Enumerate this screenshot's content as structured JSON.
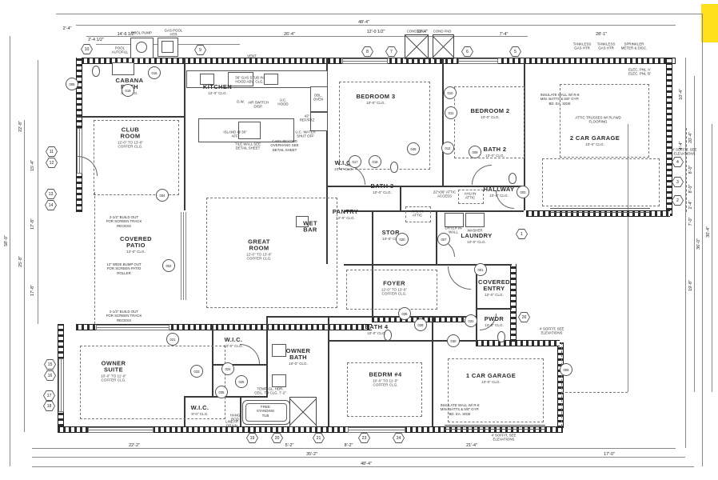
{
  "colors": {
    "highlight": "#ffdf1c",
    "ink": "#333333"
  },
  "rooms": [
    {
      "label": "CABANA BATH",
      "clg": "8'-0\" CLG."
    },
    {
      "label": "CLUB ROOM",
      "clg": "12'-0\" TO 13'-6\" COFFER CLG."
    },
    {
      "label": "KITCHEN",
      "clg": "12'-0\" CLG."
    },
    {
      "label": "BEDROOM 3",
      "clg": "10'-0\" CLG."
    },
    {
      "label": "BEDROOM 2",
      "clg": "10'-0\" CLG."
    },
    {
      "label": "2 CAR GARAGE",
      "clg": "10'-0\" CLG."
    },
    {
      "label": "W.I.C.",
      "clg": "10'-0\" CLG."
    },
    {
      "label": "BATH 3",
      "clg": "10'-0\" CLG."
    },
    {
      "label": "BATH 2",
      "clg": "10'-0\" CLG."
    },
    {
      "label": "HALLWAY",
      "clg": "10'-0\" CLG."
    },
    {
      "label": "PANTRY",
      "clg": "12'-0\" CLG."
    },
    {
      "label": "WET BAR",
      "clg": ""
    },
    {
      "label": "STOR.",
      "clg": "10'-0\" CLG."
    },
    {
      "label": "LAUNDRY",
      "clg": "10'-0\" CLG."
    },
    {
      "label": "COVERED PATIO",
      "clg": "12'-0\" CLG."
    },
    {
      "label": "GREAT ROOM",
      "clg": "12'-0\" TO 13'-6\" COFFER CLG."
    },
    {
      "label": "FOYER",
      "clg": "12'-0\" TO 13'-6\" COFFER CLG."
    },
    {
      "label": "COVERED ENTRY",
      "clg": "12'-0\" CLG."
    },
    {
      "label": "PWDR",
      "clg": "10'-0\" CLG."
    },
    {
      "label": "BATH 4",
      "clg": "10'-0\" CLG."
    },
    {
      "label": "OWNER BATH",
      "clg": "10'-0\" CLG."
    },
    {
      "label": "OWNER SUITE",
      "clg": "10'-0\" TO 11'-0\" COFFER CLG."
    },
    {
      "label": "W.I.C.",
      "clg": "10'-0\" CLG."
    },
    {
      "label": "W.I.C.",
      "clg": "8'-0\" CLG."
    },
    {
      "label": "BEDRM #4",
      "clg": "10'-0\" TO 11'-0\" COFFER CLG."
    },
    {
      "label": "1 CAR GARAGE",
      "clg": "10'-0\" CLG."
    }
  ],
  "notes": [
    "POOL PUMP",
    "GAS POOL HTR",
    "POOL AUTOFILL",
    "COND PAD",
    "COND PAD",
    "TANKLESS GAS HTR",
    "TANKLESS GAS HTR",
    "SPRINKLER METER & DISC.",
    "ELEC. PNL 'A'  ELEC. PNL 'B'",
    "ATTIC TRUSSES W/ PLYWD FLOORING",
    "INSULATE WALL W/ R-8 MIN. BATTS & 5/8\" GYP. BD. EA. SIDE",
    "4' SOFFIT, SEE ELEVATIONS",
    "2-1/2\" BUILD OUT FOR SCREEN TRACK RECESS",
    "12\" WIDE BUMP OUT FOR SCREEN PATIO ROLLER",
    "DRYER IN WALL",
    "WASHER",
    "FREE STANDING TUB",
    "TEMP. GL. HDR. CEIL. TO CLG. 7'-2\"",
    "LINEAR DRAIN",
    "36\" GAS STUB IN HOOD ABV. CLG.",
    "U.C. HOOD",
    "D.W.",
    "AIR SWITCH DISP.",
    "42\" REF/FRZ",
    "U.C. WATER SHUT OFF",
    "CABS BEYOND OVERHANG SEE DETAIL SHEET",
    "TILE WALL SEE DETAIL SHEET",
    "ISLAND @ 36\" AFF.",
    "AHU IN ATTIC",
    "VENT",
    "HANG ROD",
    "22\"x36\" ATTIC ACCESS",
    "DBL. OVEN"
  ],
  "dims": {
    "top": [
      "2'-4\"",
      "2'-4 1/2\"",
      "14'-6 1/2\"",
      "26'-4\"",
      "48'-4\"",
      "12'-0 1/2\"",
      "12'-4\"",
      "7'-4\"",
      "28'-1\""
    ],
    "bottom": [
      "22'-2\"",
      "5'-2\"",
      "8'-2\"",
      "21'-4\"",
      "35'-2\"",
      "48'-4\"",
      "17'-0\""
    ],
    "left": [
      "58'-0\"",
      "22'-8\"",
      "15'-4\"",
      "25'-8\"",
      "17'-8\"",
      "17'-8\""
    ],
    "right": [
      "10'-4\"",
      "20'-4\"",
      "4'-4\"",
      "8'-0\"",
      "8'-0\"",
      "2'-4\"",
      "7'-0\"",
      "36'-0\"",
      "19'-8\"",
      "30'-4\""
    ]
  },
  "keynotes": [
    "10",
    "9",
    "8",
    "7",
    "6",
    "5",
    "1",
    "4",
    "3",
    "2",
    "11",
    "12",
    "13",
    "14",
    "15",
    "16",
    "17",
    "18",
    "19",
    "20",
    "21",
    "23",
    "24",
    "26"
  ],
  "callouts": [
    "016",
    "019",
    "005",
    "004",
    "002",
    "010",
    "011",
    "012",
    "009",
    "017",
    "018",
    "045",
    "020",
    "007",
    "001",
    "031",
    "030",
    "021",
    "033",
    "024",
    "025",
    "035",
    "036",
    "028",
    "006",
    "003"
  ]
}
